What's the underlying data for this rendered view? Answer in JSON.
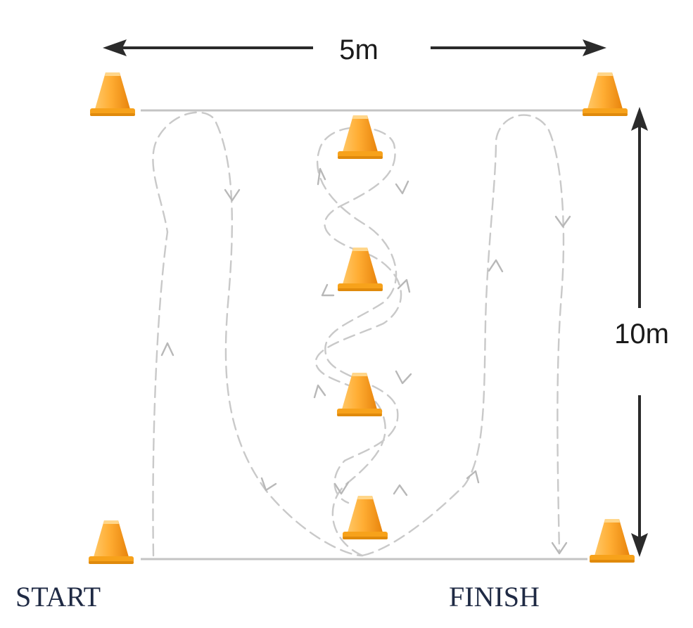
{
  "labels": {
    "width_dimension": "5m",
    "height_dimension": "10m",
    "start": "START",
    "finish": "FINISH"
  },
  "colors": {
    "cone_light": "#ffb84a",
    "cone_dark": "#f08c10",
    "cone_base": "#f7a21b",
    "path_dashed": "#c9c9c9",
    "dimension_arrow": "#2b2b2b"
  },
  "icons": [
    "traffic-cone-icon",
    "arrow-left-icon",
    "arrow-right-icon",
    "arrow-up-icon",
    "arrow-down-icon"
  ]
}
